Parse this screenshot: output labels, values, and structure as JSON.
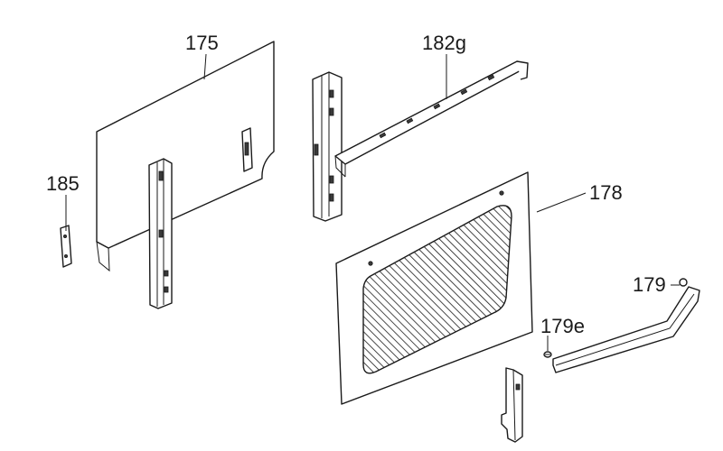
{
  "labels": {
    "p175": "175",
    "p182g": "182g",
    "p185": "185",
    "p178": "178",
    "p179": "179",
    "p179e": "179e"
  },
  "colors": {
    "line": "#1a1a1a",
    "background": "#ffffff"
  }
}
